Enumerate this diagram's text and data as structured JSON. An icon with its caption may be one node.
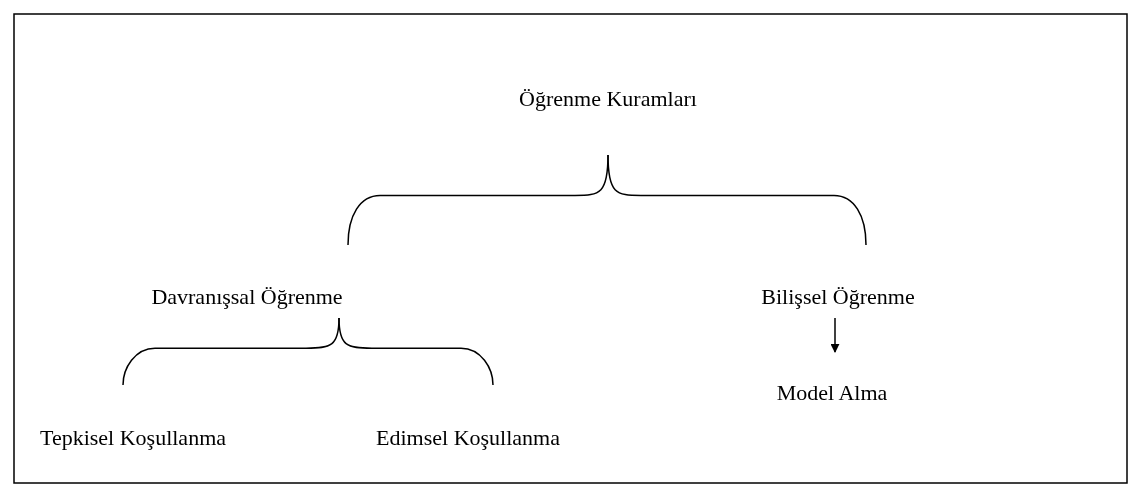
{
  "diagram": {
    "nodes": [
      {
        "text": [
          "Öğrenme Kuramları"
        ]
      },
      {
        "text": [
          "Davranışsal Öğrenme"
        ]
      },
      {
        "text": [
          "Bilişsel Öğrenme"
        ]
      },
      {
        "text": [
          "Tepkisel Koşullanma"
        ]
      },
      {
        "text": [
          "Edimsel Koşullanma"
        ]
      },
      {
        "text": [
          "Model Alma"
        ]
      }
    ],
    "edges": [
      {
        "from": 0,
        "to": 1,
        "arrow": "none"
      },
      {
        "from": 0,
        "to": 2,
        "arrow": "none"
      },
      {
        "from": 1,
        "to": 3,
        "arrow": "none"
      },
      {
        "from": 1,
        "to": 4,
        "arrow": "none"
      },
      {
        "from": 2,
        "to": 5,
        "arrow": "to"
      }
    ]
  }
}
